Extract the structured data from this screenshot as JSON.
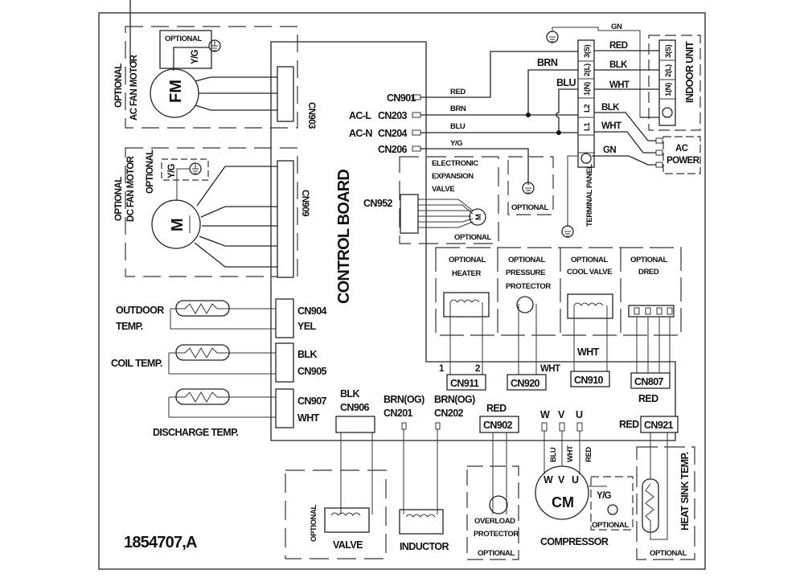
{
  "drawing_number": "1854707,A",
  "control_board": {
    "label": "CONTROL BOARD"
  },
  "fan_motor_ac": {
    "title_1": "OPTIONAL",
    "title_2": "AC FAN MOTOR",
    "symbol": "FM",
    "ground_box_label": "OPTIONAL",
    "ground_wire": "Y/G",
    "connector": "CN903"
  },
  "fan_motor_dc": {
    "title_1": "OPTIONAL",
    "title_2": "DC FAN MOTOR",
    "title_3": "OPTIONAL",
    "symbol": "M",
    "ground_wire": "Y/G",
    "connector": "CN909"
  },
  "sensors": [
    {
      "label_1": "OUTDOOR",
      "label_2": "TEMP.",
      "connector": "CN904",
      "color": "YEL"
    },
    {
      "label_1": "COIL TEMP.",
      "label_2": "",
      "connector": "CN905",
      "color": "BLK"
    },
    {
      "label_1": "DISCHARGE TEMP.",
      "label_2": "",
      "connector": "CN907",
      "color": "WHT"
    }
  ],
  "power_connectors": [
    {
      "prefix": "",
      "name": "CN901",
      "wire": "RED"
    },
    {
      "prefix": "AC-L",
      "name": "CN203",
      "wire": "BRN"
    },
    {
      "prefix": "AC-N",
      "name": "CN204",
      "wire": "BLU"
    },
    {
      "prefix": "",
      "name": "CN206",
      "wire": "Y/G"
    }
  ],
  "terminal_panel": {
    "label": "TERMINAL PANEL",
    "terminals": [
      "3(S)",
      "2(L)",
      "1(N)",
      "L2",
      "L1"
    ],
    "wires_in": {
      "brn": "BRN",
      "blu": "BLU"
    },
    "wires_out": {
      "gn_top": "GN",
      "red": "RED",
      "blk": "BLK",
      "wht": "WHT",
      "blk2": "BLK",
      "wht2": "WHT",
      "gn": "GN"
    }
  },
  "indoor_unit": {
    "label": "INDOOR UNIT",
    "terminals": [
      "3(S)",
      "2(L)",
      "1(N)"
    ]
  },
  "ac_power": {
    "label_1": "AC",
    "label_2": "POWER"
  },
  "exp_valve": {
    "connector": "CN952",
    "line_1": "ELECTRONIC",
    "line_2": "EXPANSION",
    "line_3": "VALVE",
    "optional": "OPTIONAL",
    "symbol": "M"
  },
  "ground_optional": {
    "label": "OPTIONAL"
  },
  "optional_modules": [
    {
      "line_1": "OPTIONAL",
      "line_2": "HEATER",
      "line_3": "",
      "connector": "CN911",
      "pin1": "1",
      "pin2": "2"
    },
    {
      "line_1": "OPTIONAL",
      "line_2": "PRESSURE",
      "line_3": "PROTECTOR",
      "connector": "CN920",
      "wire": "WHT"
    },
    {
      "line_1": "OPTIONAL",
      "line_2": "COOL VALVE",
      "line_3": "",
      "connector": "CN910",
      "wire": "WHT"
    },
    {
      "line_1": "OPTIONAL",
      "line_2": "DRED",
      "line_3": "",
      "connector": "CN807",
      "wire": "RED"
    }
  ],
  "bottom_connectors": [
    {
      "name": "CN906",
      "wire": "BLK"
    },
    {
      "name": "CN201",
      "wire": "BRN(OG)"
    },
    {
      "name": "CN202",
      "wire": "BRN(OG)"
    },
    {
      "name": "CN902",
      "wire": "RED"
    }
  ],
  "valve": {
    "label": "VALVE",
    "optional": "OPTIONAL"
  },
  "inductor": {
    "label": "INDUCTOR"
  },
  "overload": {
    "line_1": "OVERLOAD",
    "line_2": "PROTECTOR",
    "optional": "OPTIONAL"
  },
  "compressor": {
    "label": "COMPRESSOR",
    "symbol": "CM",
    "terminals": [
      "W",
      "V",
      "U"
    ],
    "wire_colors": [
      "BLU",
      "WHT",
      "RED"
    ],
    "ground_wire": "Y/G",
    "optional": "OPTIONAL"
  },
  "heat_sink": {
    "connector": "CN921",
    "wire": "RED",
    "label": "HEAT SINK TEMP.",
    "optional": "OPTIONAL"
  }
}
